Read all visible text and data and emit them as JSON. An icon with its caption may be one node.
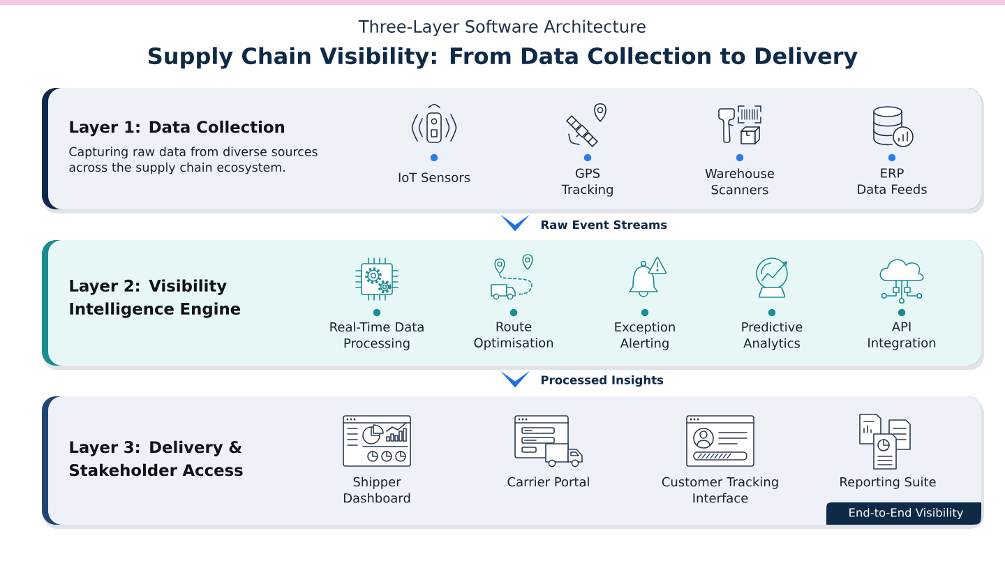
{
  "diagram": {
    "title": "Supply Chain Visibility: From Data Collection to Delivery",
    "nodes": [
      {
        "text": [
          "Layer 1: Data Collection",
          "Capturing raw data from diverse sources across the supply chain ecosystem."
        ]
      },
      {
        "text": [
          "IoT Sensors"
        ],
        "in": 0
      },
      {
        "text": [
          "GPS Tracking"
        ],
        "in": 0
      },
      {
        "text": [
          "Warehouse Scanners"
        ],
        "in": 0
      },
      {
        "text": [
          "ERP Data Feeds"
        ],
        "in": 0
      },
      {
        "text": [
          "Layer 2: Visibility Intelligence Engine"
        ]
      },
      {
        "text": [
          "Real-Time Data Processing"
        ],
        "in": 5
      },
      {
        "text": [
          "Route Optimisation"
        ],
        "in": 5
      },
      {
        "text": [
          "Exception Alerting"
        ],
        "in": 5
      },
      {
        "text": [
          "Predictive Analytics"
        ],
        "in": 5
      },
      {
        "text": [
          "API Integration"
        ],
        "in": 5
      },
      {
        "text": [
          "Layer 3: Delivery & Stakeholder Access"
        ]
      },
      {
        "text": [
          "Shipper Dashboard"
        ],
        "in": 11
      },
      {
        "text": [
          "Carrier Portal"
        ],
        "in": 11
      },
      {
        "text": [
          "Customer Tracking Interface"
        ],
        "in": 11
      },
      {
        "text": [
          "Reporting Suite"
        ],
        "in": 11
      },
      {
        "text": [
          "End-to-End Visibility"
        ],
        "in": 11
      }
    ],
    "edges": [
      {
        "from": 0,
        "to": 5,
        "arrow": "to",
        "label": "Raw Event Streams"
      },
      {
        "from": 5,
        "to": 11,
        "arrow": "to",
        "label": "Processed Insights"
      }
    ],
    "labels": [
      "Three-Layer Software Architecture"
    ]
  }
}
